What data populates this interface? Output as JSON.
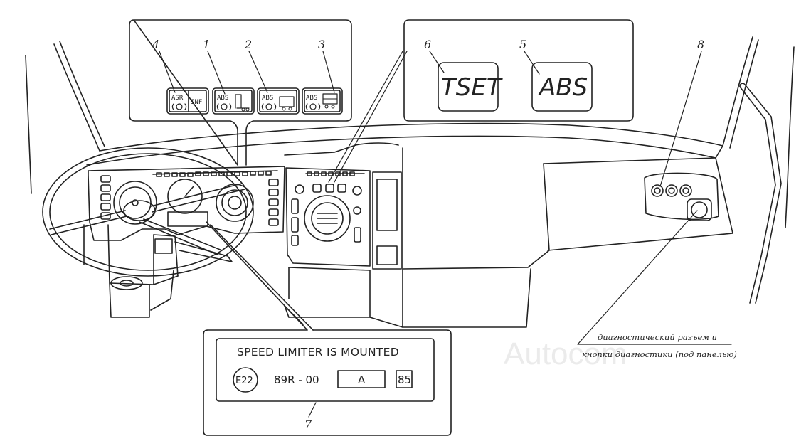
{
  "callouts": [
    "4",
    "1",
    "2",
    "3",
    "6",
    "5",
    "8",
    "7"
  ],
  "lamps": {
    "asr_top": "ASR",
    "asr_right": "INF",
    "abs1": "ABS",
    "abs2": "ABS",
    "abs3": "ABS"
  },
  "big_lamps": {
    "tset": "TSET",
    "abs": "ABS"
  },
  "plate": {
    "title": "SPEED LIMITER IS MOUNTED",
    "approval_mark": "E22",
    "regulation": "89R - 00",
    "category": "A",
    "year": "85"
  },
  "note": {
    "line1": "диагностический разъем и",
    "line2": "кнопки диагностики (под панелью)"
  },
  "watermark": "Autocom"
}
